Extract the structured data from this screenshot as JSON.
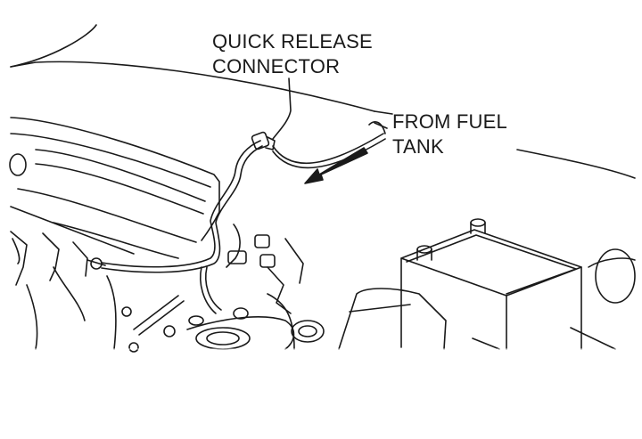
{
  "labels": {
    "quick_release_connector": [
      "QUICK RELEASE",
      "CONNECTOR"
    ],
    "from_fuel_tank": [
      "FROM FUEL",
      "TANK"
    ]
  },
  "colors": {
    "line": "#1a1a1a",
    "background": "#ffffff"
  }
}
